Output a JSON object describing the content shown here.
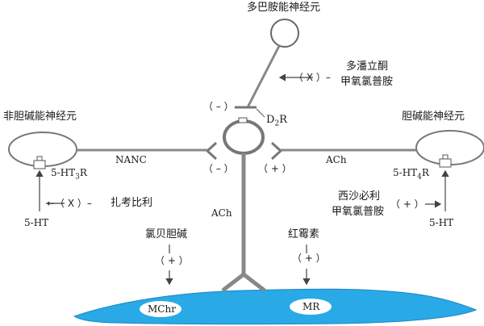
{
  "labels": {
    "dopamine_neuron": "多巴胺能神经元",
    "domperidone": "多潘立酮",
    "metoclopramide_top": "甲氧氯普胺",
    "block_top": "（ X ）–",
    "minus_top": "（ – ）",
    "d2r_prefix": "D",
    "d2r_sub": "2",
    "d2r_suffix": "R",
    "non_cholinergic": "非胆碱能神经元",
    "cholinergic": "胆碱能神经元",
    "nanc": "NANC",
    "ach_right": "ACh",
    "minus_mid": "（ – ）",
    "plus_mid": "（ + ）",
    "ht3r_prefix": "5-HT",
    "ht3r_sub": "3",
    "ht3r_suffix": "R",
    "ht4r_prefix": "5-HT",
    "ht4r_sub": "4",
    "ht4r_suffix": "R",
    "block_left": "←（ X ）–",
    "zacopride": "扎考比利",
    "cisapride": "西沙必利",
    "metoclopramide_right": "甲氧氯普胺",
    "plus_right": "（ + ）",
    "ht_left": "5-HT",
    "ht_right": "5-HT",
    "ach_stem": "ACh",
    "bethanechol": "氯贝胆碱",
    "plus_bethanechol": "（ + ）",
    "erythromycin": "红霉素",
    "plus_erythromycin": "（ + ）",
    "mchr": "MChr",
    "mr": "MR"
  },
  "colors": {
    "line": "#555555",
    "muscle": "#29a9e6",
    "muscle_dark": "#1b86c4",
    "receptor_fill": "#ffffff"
  }
}
